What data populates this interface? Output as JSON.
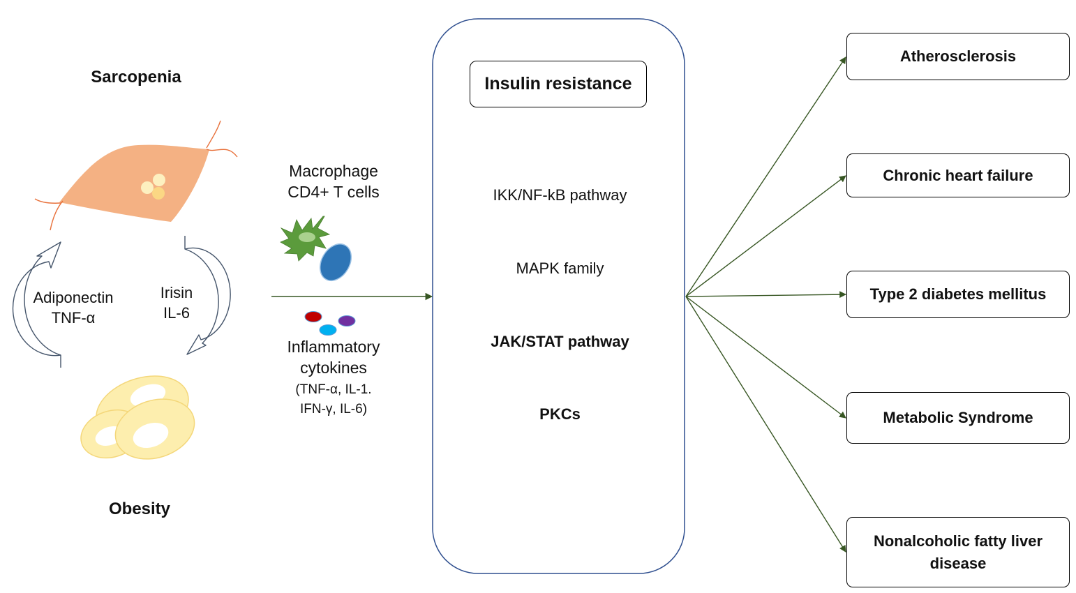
{
  "left_panel": {
    "top_title": "Sarcopenia",
    "bottom_title": "Obesity",
    "left_cycle_line1": "Adiponectin",
    "left_cycle_line2": "TNF-α",
    "right_cycle_line1": "Irisin",
    "right_cycle_line2": "IL-6"
  },
  "mediators": {
    "immune_line1": "Macrophage",
    "immune_line2": "CD4+ T cells",
    "cytokine_line1": "Inflammatory",
    "cytokine_line2": "cytokines",
    "cytokine_detail_line1": "(TNF-α, IL-1.",
    "cytokine_detail_line2": "IFN-γ, IL-6)"
  },
  "center": {
    "title": "Insulin resistance",
    "pathways": [
      {
        "label": "IKK/NF-kB pathway",
        "bold": false
      },
      {
        "label": "MAPK family",
        "bold": false
      },
      {
        "label": "JAK/STAT pathway",
        "bold": true
      },
      {
        "label": "PKCs",
        "bold": true
      }
    ]
  },
  "outcomes": {
    "items": [
      {
        "line1": "Atherosclerosis",
        "line2": ""
      },
      {
        "line1": "Chronic heart failure",
        "line2": ""
      },
      {
        "line1": "Type 2 diabetes mellitus",
        "line2": ""
      },
      {
        "line1": "Metabolic Syndrome",
        "line2": ""
      },
      {
        "line1": "Nonalcoholic fatty liver",
        "line2": "disease"
      }
    ]
  },
  "colors": {
    "muscle_fill": "#f4b183",
    "muscle_fiber": "#e8703a",
    "fat_fill": "#fdeeae",
    "fat_stroke": "#f4d77a",
    "macrophage": "#5b9b3c",
    "t_cell": "#2e75b6",
    "cytokine_red": "#c00000",
    "cytokine_blue": "#00b0f0",
    "cytokine_purple": "#7030a0",
    "arrow_green": "#375623",
    "center_box_border": "#2f4f8f",
    "cycle_arrow_stroke": "#44546a"
  },
  "icons": [
    "muscle-cell-icon",
    "adipocyte-cluster-icon",
    "macrophage-icon",
    "t-cell-icon",
    "cytokine-dots-icon",
    "cycle-arrow-icon"
  ]
}
